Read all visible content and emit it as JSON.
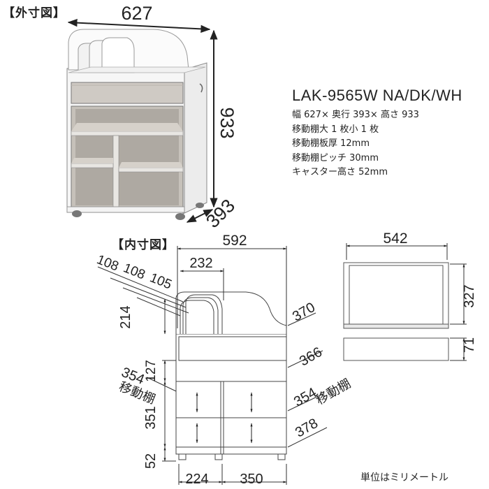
{
  "exterior": {
    "heading": "【外寸図】",
    "width": "627",
    "height": "933",
    "depth": "393"
  },
  "product": {
    "model": "LAK-9565W NA/DK/WH",
    "specs": [
      "幅 627× 奥行 393× 高さ 933",
      "移動棚大 1 枚小 1 枚",
      "移動棚板厚 12mm",
      "移動棚ピッチ 30mm",
      "キャスター高さ 52mm"
    ]
  },
  "interior": {
    "heading": "【内寸図】",
    "inner_width": "592",
    "divider_width": "232",
    "file_slots": [
      "108",
      "108",
      "105"
    ],
    "divider_height": "214",
    "top_depth": "370",
    "drawer_height": "127",
    "drawer_depth": "366",
    "movable_shelf_left_depth": "354",
    "movable_shelf_label": "移動棚",
    "movable_shelf_left_height": "351",
    "movable_shelf_right_depth": "354",
    "lower_depth": "378",
    "caster_height": "52",
    "bottom_left_width": "224",
    "bottom_right_width": "350"
  },
  "drawer": {
    "inner_width": "542",
    "inner_depth": "327",
    "inner_height": "71"
  },
  "footer": {
    "unit_note": "単位はミリメートル"
  },
  "colors": {
    "line": "#222222",
    "cabinet_body": "#f4f4f4",
    "wood_panel": "#cfcac4",
    "shadow_panel": "#a8a29c",
    "frame": "#d9d9d9"
  }
}
